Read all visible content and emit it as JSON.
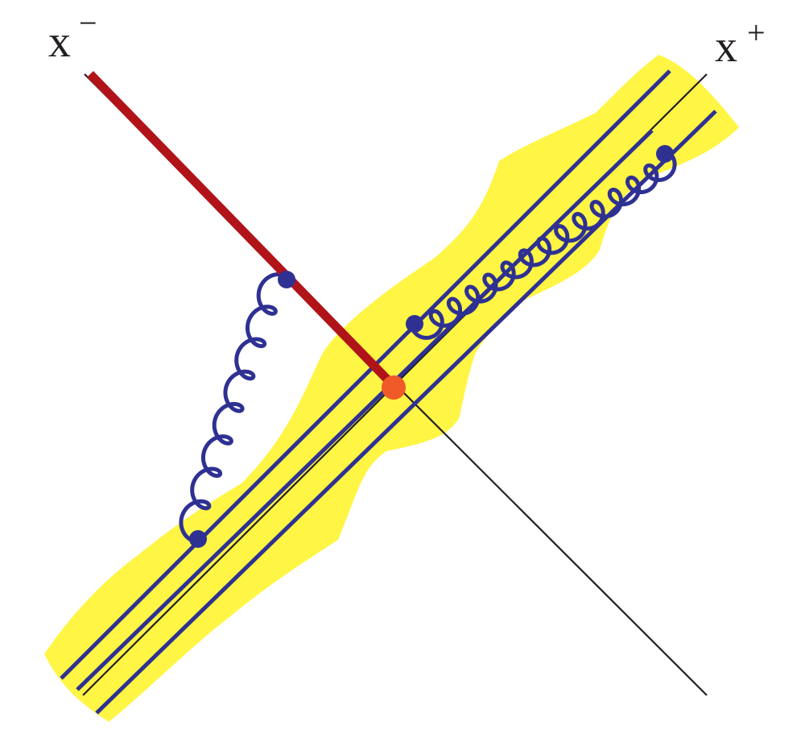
{
  "labels": {
    "x_minus_base": "x",
    "x_minus_sup": "−",
    "x_plus_base": "x",
    "x_plus_sup": "+"
  },
  "colors": {
    "background": "#ffffff",
    "band": "#fff544",
    "axis": "#231f20",
    "parton_lines": "#2e3192",
    "gluons": "#2e3192",
    "vertices": "#2e3192",
    "probe": "#b01419",
    "interaction_point": "#f05a28"
  },
  "elements": {
    "band": "target-band",
    "lightcone_axes": [
      "x-minus-axis",
      "x-plus-axis"
    ],
    "parton_lines": 3,
    "gluons": [
      "left-gluon",
      "right-gluon"
    ],
    "probe": "red-probe-line",
    "interaction_point": "orange-interaction-point"
  }
}
